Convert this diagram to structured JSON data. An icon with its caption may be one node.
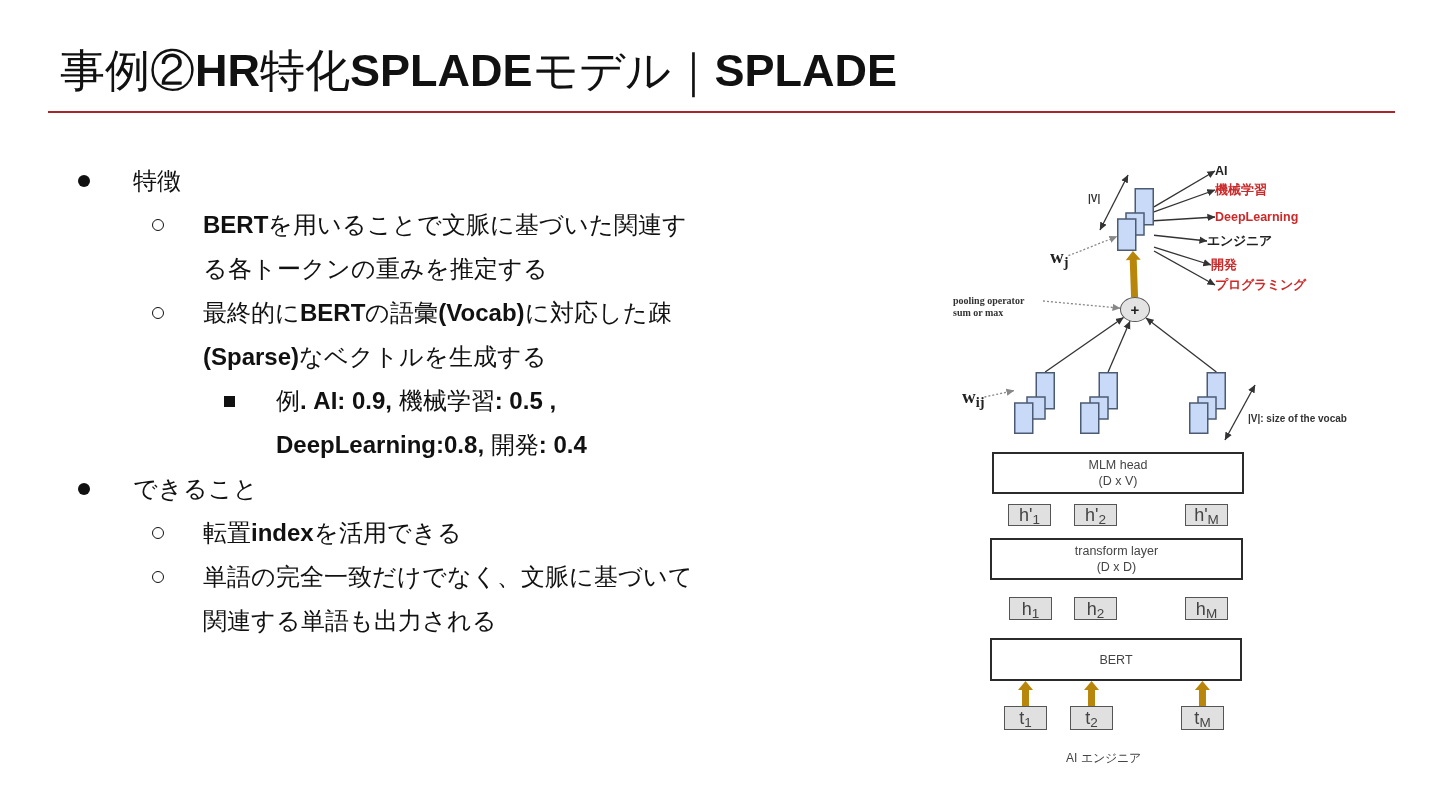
{
  "diagram": {
    "title": "事例②**HR**特化**SPLADE**モデル｜**SPLADE**",
    "nodes": [
      {
        "text": [],
        "shape": "box"
      },
      {
        "text": [
          "w$_{j}$"
        ]
      },
      {
        "text": [
          "AI"
        ]
      },
      {
        "text": [
          "機械学習"
        ]
      },
      {
        "text": [
          "DeepLearning"
        ]
      },
      {
        "text": [
          "エンジニア"
        ]
      },
      {
        "text": [
          "開発"
        ]
      },
      {
        "text": [
          "プログラミング"
        ]
      },
      {
        "text": [
          "pooling operator sum or max"
        ]
      },
      {
        "text": [
          "+"
        ]
      },
      {
        "text": [
          "w$_{ij}$"
        ]
      },
      {
        "text": [],
        "shape": "box"
      },
      {
        "text": [],
        "shape": "box"
      },
      {
        "text": [],
        "shape": "box"
      },
      {
        "text": [
          "MLM head",
          "(D x V)"
        ]
      },
      {
        "text": [
          "h'$_{1}$"
        ]
      },
      {
        "text": [
          "h'$_{2}$"
        ]
      },
      {
        "text": [
          "h'$_{M}$"
        ]
      },
      {
        "text": [
          "transform layer",
          "(D x D)"
        ]
      },
      {
        "text": [
          "h$_{1}$"
        ]
      },
      {
        "text": [
          "h$_{2}$"
        ]
      },
      {
        "text": [
          "h$_{M}$"
        ]
      },
      {
        "text": [
          "BERT"
        ]
      },
      {
        "text": [
          "t$_{1}$"
        ]
      },
      {
        "text": [
          "t$_{2}$"
        ]
      },
      {
        "text": [
          "t$_{M}$"
        ]
      }
    ],
    "edges": [
      {
        "from": 1,
        "to": 0,
        "arrow": "to",
        "style": "dashed",
        "color": "#888888"
      },
      {
        "from": 0,
        "to": 2,
        "arrow": "to"
      },
      {
        "from": 0,
        "to": 3,
        "arrow": "to"
      },
      {
        "from": 0,
        "to": 4,
        "arrow": "to"
      },
      {
        "from": 0,
        "to": 5,
        "arrow": "to"
      },
      {
        "from": 0,
        "to": 6,
        "arrow": "to"
      },
      {
        "from": 0,
        "to": 7,
        "arrow": "to"
      },
      {
        "from": 9,
        "to": 0,
        "arrow": "to",
        "style": "thick",
        "color": "#b8860b"
      },
      {
        "from": 8,
        "to": 9,
        "arrow": "to",
        "style": "dashed",
        "color": "#888888"
      },
      {
        "from": 11,
        "to": 9,
        "arrow": "to"
      },
      {
        "from": 12,
        "to": 9,
        "arrow": "to"
      },
      {
        "from": 13,
        "to": 9,
        "arrow": "to"
      },
      {
        "from": 10,
        "to": 11,
        "arrow": "to",
        "style": "dashed",
        "color": "#888888"
      },
      {
        "from": 23,
        "to": 22,
        "arrow": "to",
        "style": "thick",
        "color": "#b8860b"
      },
      {
        "from": 24,
        "to": 22,
        "arrow": "to",
        "style": "thick",
        "color": "#b8860b"
      },
      {
        "from": 25,
        "to": 22,
        "arrow": "to",
        "style": "thick",
        "color": "#b8860b"
      }
    ],
    "labels": [
      "特徴",
      "**BERT**を用いることで文脈に基づいた関連する各トークンの重みを推定する",
      "最終的に**BERT**の語彙**(Vocab)**に対応した疎**(Sparse)**なベクトルを生成する",
      "例**. AI: 0.9,** 機械学習**: 0.5 , DeepLearning:0.8,** 開発**: 0.4**",
      "できること",
      "転置**index**を活用できる",
      "単語の完全一致だけでなく、文脈に基づいて関連する単語も出力される",
      "|V|",
      "|V|: size of the vocab",
      "AI エンジニア"
    ]
  }
}
